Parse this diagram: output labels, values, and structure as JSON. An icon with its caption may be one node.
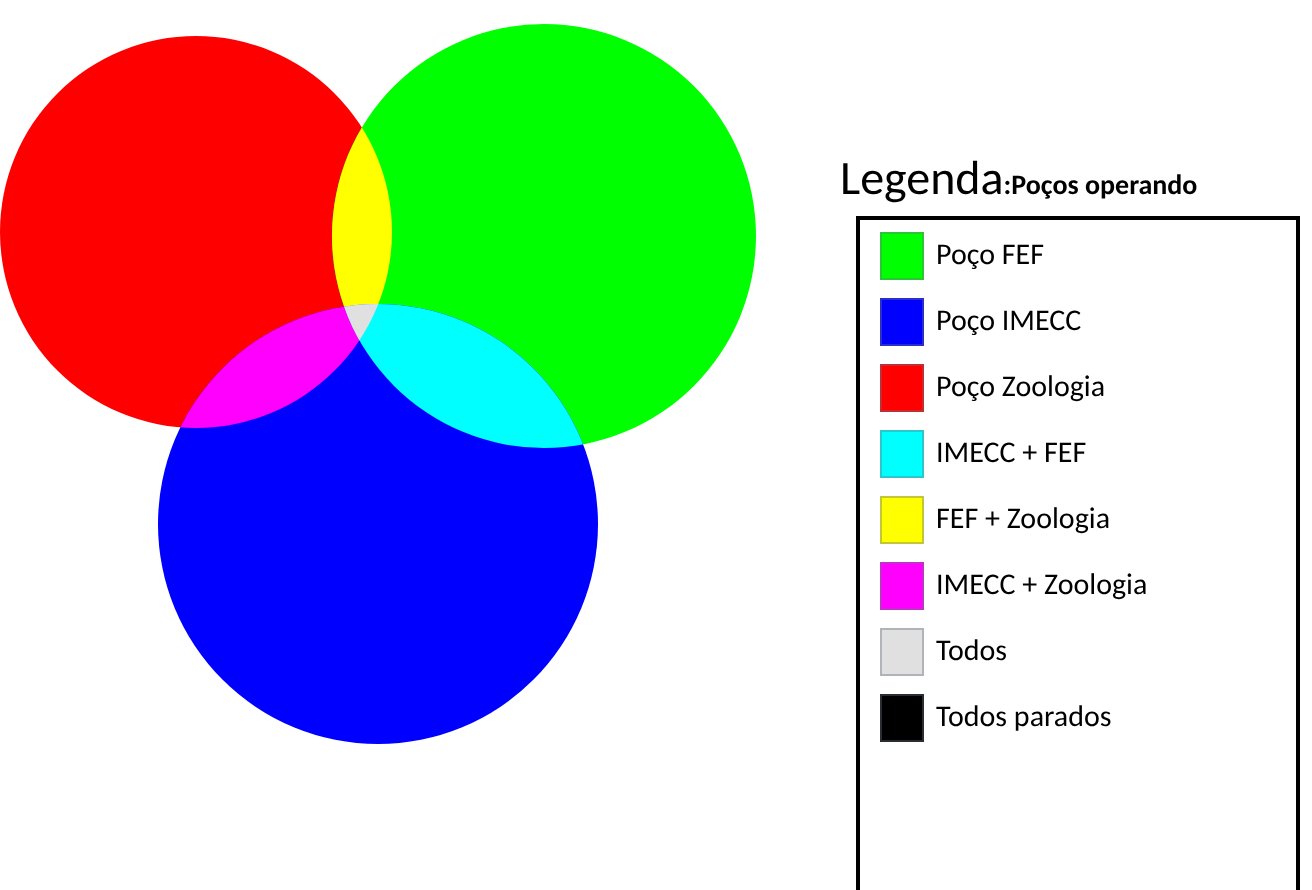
{
  "diagram": {
    "title": "**Legenda**:Poços operando",
    "legend": [
      {
        "text": "Poço FEF",
        "color": "#00ff00"
      },
      {
        "text": "Poço IMECC",
        "color": "#0000ff"
      },
      {
        "text": "Poço Zoologia",
        "color": "#ff0000"
      },
      {
        "text": "IMECC + FEF",
        "color": "#00ffff"
      },
      {
        "text": "FEF + Zoologia",
        "color": "#ffff00"
      },
      {
        "text": "IMECC + Zoologia",
        "color": "#ff00ff"
      },
      {
        "text": "Todos",
        "color": "#e0e0e0"
      },
      {
        "text": "Todos parados",
        "color": "#000000"
      }
    ]
  }
}
